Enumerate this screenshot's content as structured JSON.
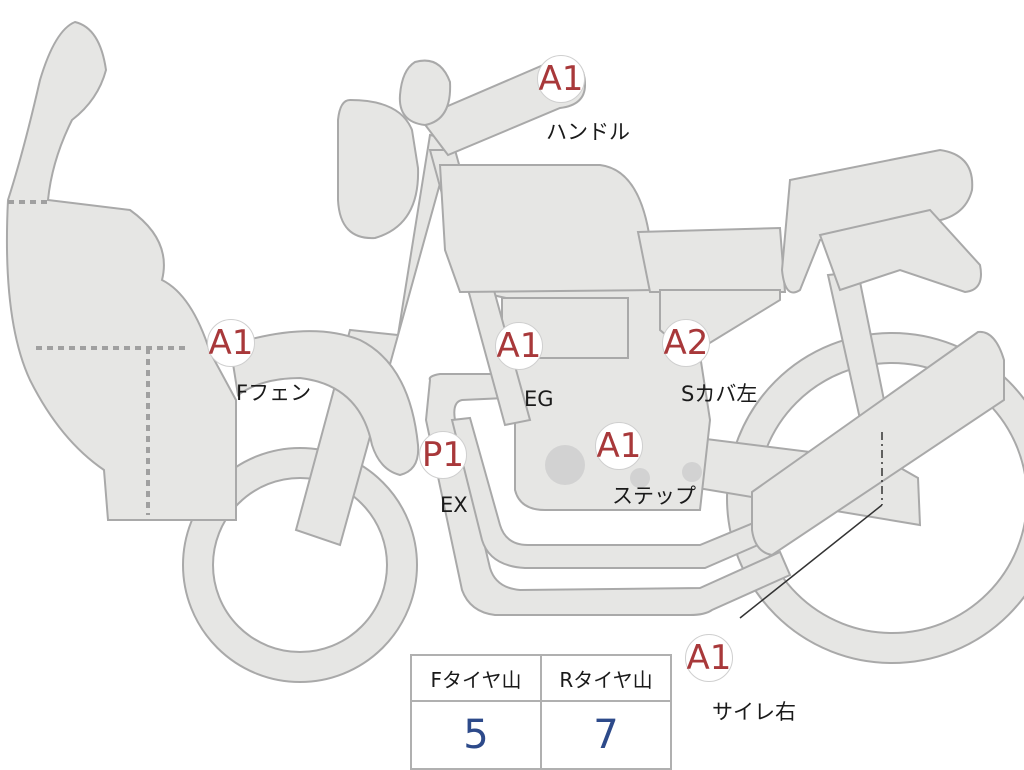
{
  "parts": [
    {
      "id": "handle",
      "grade": "A1",
      "label": "ハンドル"
    },
    {
      "id": "front-fender",
      "grade": "A1",
      "label": "Fフェン"
    },
    {
      "id": "engine",
      "grade": "A1",
      "label": "EG"
    },
    {
      "id": "side-cover-left",
      "grade": "A2",
      "label": "Sカバ左"
    },
    {
      "id": "exhaust",
      "grade": "P1",
      "label": "EX"
    },
    {
      "id": "step",
      "grade": "A1",
      "label": "ステップ"
    },
    {
      "id": "silencer-right",
      "grade": "A1",
      "label": "サイレ右"
    }
  ],
  "tire_table": {
    "headers": [
      "Fタイヤ山",
      "Rタイヤ山"
    ],
    "values": [
      "5",
      "7"
    ]
  },
  "colors": {
    "grade_text": "#a8383a",
    "table_value": "#2d4a8a",
    "bike_fill": "#e6e6e4",
    "bike_outline": "#a9a9a9"
  }
}
